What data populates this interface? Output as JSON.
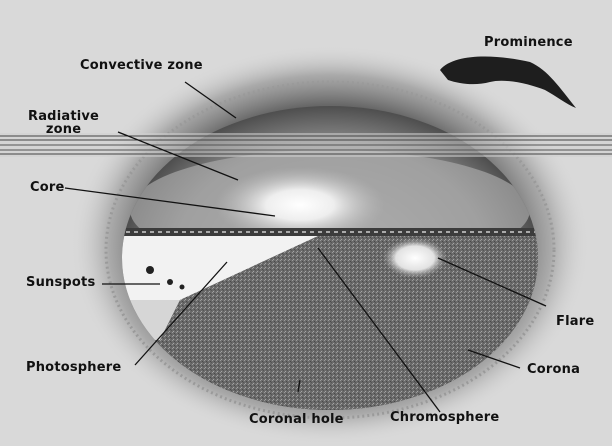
{
  "labels": {
    "prominence": "Prominence",
    "convective_zone": "Convective zone",
    "radiative_zone_line1": "Radiative",
    "radiative_zone_line2": "zone",
    "core": "Core",
    "sunspots": "Sunspots",
    "photosphere": "Photosphere",
    "flare": "Flare",
    "corona": "Corona",
    "coronal_hole": "Coronal hole",
    "chromosphere": "Chromosphere"
  },
  "colors": {
    "background": "#d9d9d9",
    "sun_outer": "#6e6e6e",
    "sun_inner": "#9a9a9a",
    "core_glow": "#ffffff",
    "prominence": "#1e1e1e",
    "line": "#111111"
  }
}
